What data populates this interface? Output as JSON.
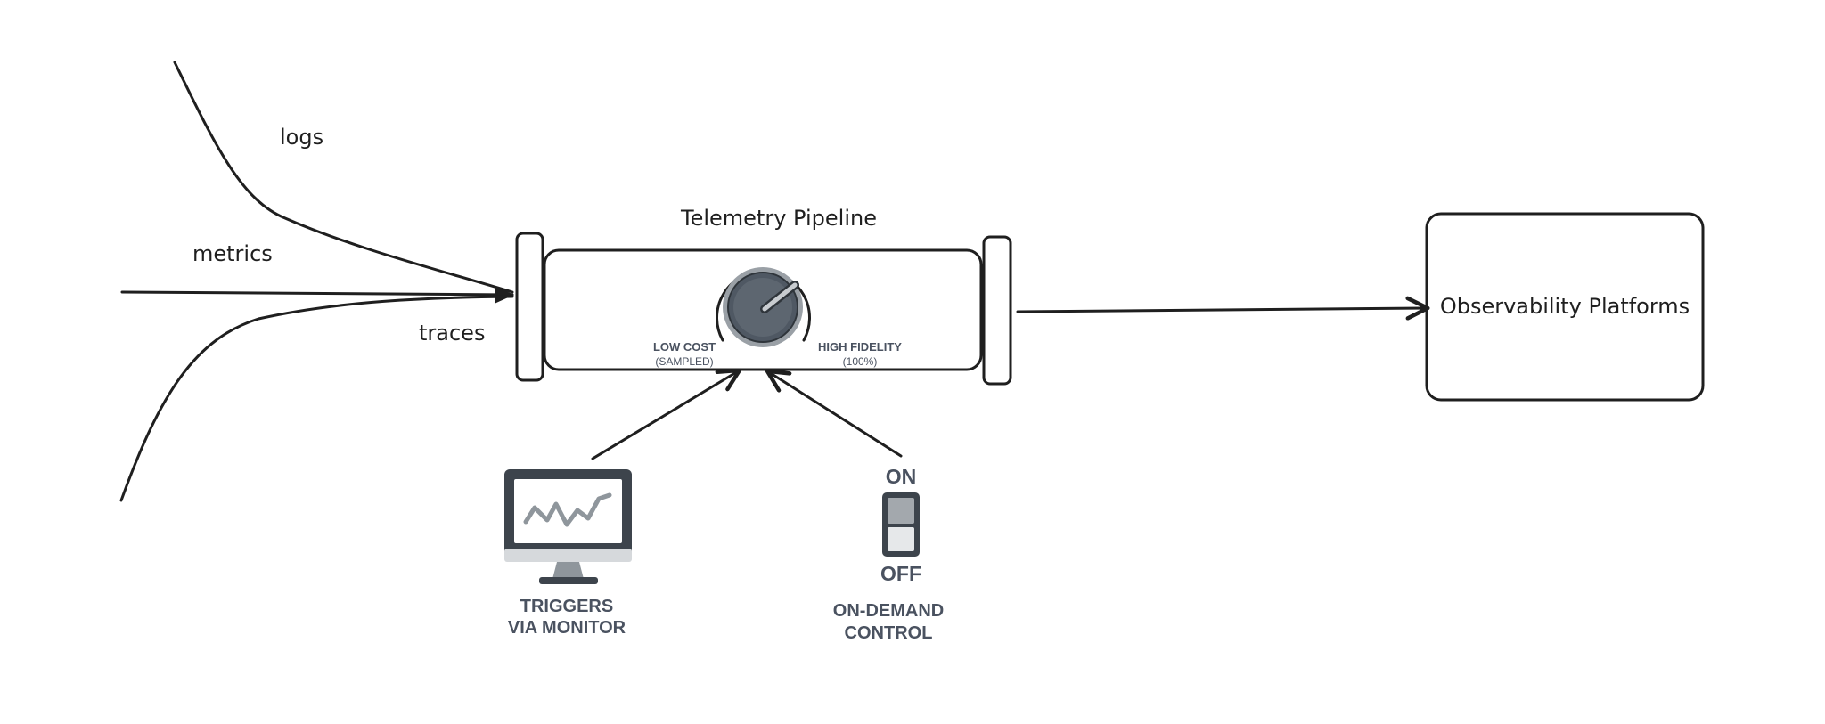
{
  "stream_labels": {
    "logs": "logs",
    "metrics": "metrics",
    "traces": "traces"
  },
  "pipeline": {
    "title": "Telemetry Pipeline",
    "knob": {
      "left_label": "LOW COST",
      "left_sub": "(SAMPLED)",
      "right_label": "HIGH FIDELITY",
      "right_sub": "(100%)"
    }
  },
  "destination": {
    "label": "Observability Platforms"
  },
  "controls": {
    "monitor": {
      "icon": "monitor-chart-icon",
      "line1": "TRIGGERS",
      "line2": "VIA MONITOR"
    },
    "switch": {
      "icon": "toggle-switch-icon",
      "on_label": "ON",
      "off_label": "OFF",
      "line1": "ON-DEMAND",
      "line2": "CONTROL"
    }
  },
  "colors": {
    "ink": "#1f1f1f",
    "label_gray": "#4a5260",
    "knob_dark": "#4f5863"
  }
}
